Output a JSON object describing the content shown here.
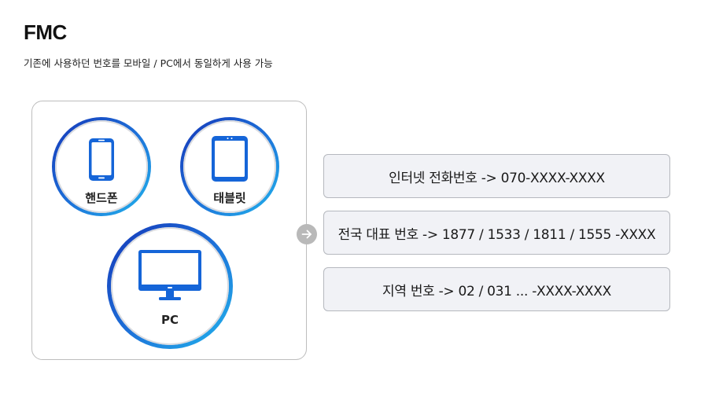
{
  "header": {
    "title": "FMC",
    "subtitle": "기존에 사용하던 번호를 모바일 / PC에서 동일하게 사용 가능"
  },
  "devices": {
    "phone": {
      "label": "핸드폰",
      "icon": "smartphone-icon"
    },
    "tablet": {
      "label": "태블릿",
      "icon": "tablet-icon"
    },
    "pc": {
      "label": "PC",
      "icon": "monitor-icon"
    }
  },
  "arrow": {
    "icon": "arrow-right-icon"
  },
  "numbers": [
    {
      "text": "인터넷 전화번호 -> 070-XXXX-XXXX"
    },
    {
      "text": "전국 대표 번호 -> 1877 / 1533 / 1811 / 1555 -XXXX"
    },
    {
      "text": "지역 번호 -> 02 / 031 ... -XXXX-XXXX"
    }
  ],
  "colors": {
    "ring_start": "#1537b8",
    "ring_end": "#22b4ec",
    "icon_blue": "#1565d8",
    "card_background": "#f1f2f6",
    "arrow_gray": "#b9b9b9"
  }
}
